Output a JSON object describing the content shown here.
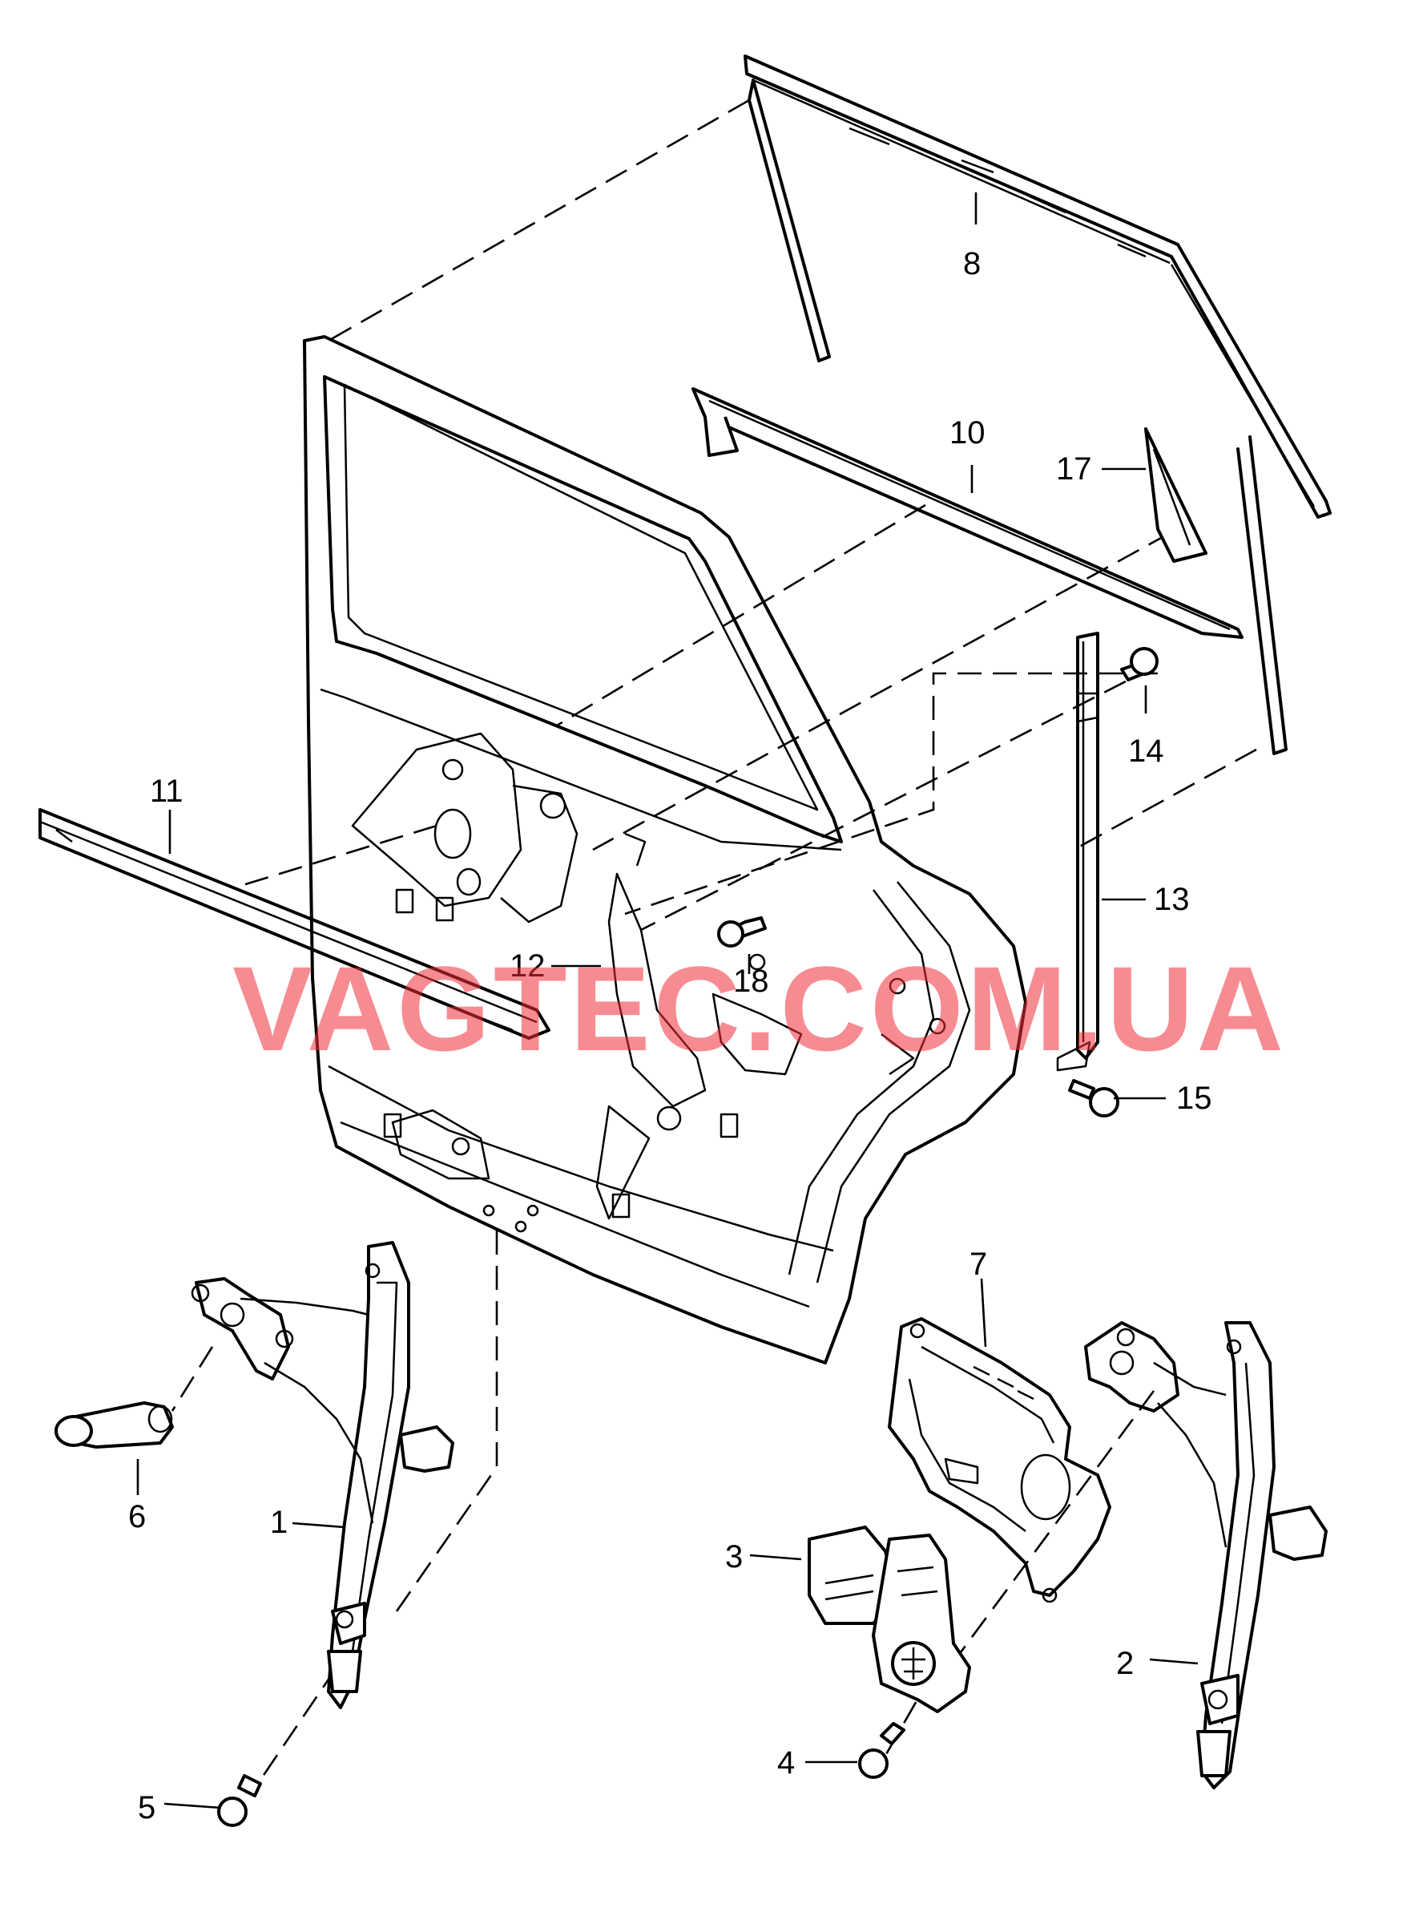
{
  "watermark": "VAGTEC.COM.UA",
  "watermark_color": "#ef2f3a",
  "callouts": {
    "c1": "1",
    "c2": "2",
    "c3": "3",
    "c4": "4",
    "c5": "5",
    "c6": "6",
    "c7": "7",
    "c8": "8",
    "c10": "10",
    "c11": "11",
    "c12": "12",
    "c13": "13",
    "c14": "14",
    "c15": "15",
    "c17": "17",
    "c18": "18"
  }
}
